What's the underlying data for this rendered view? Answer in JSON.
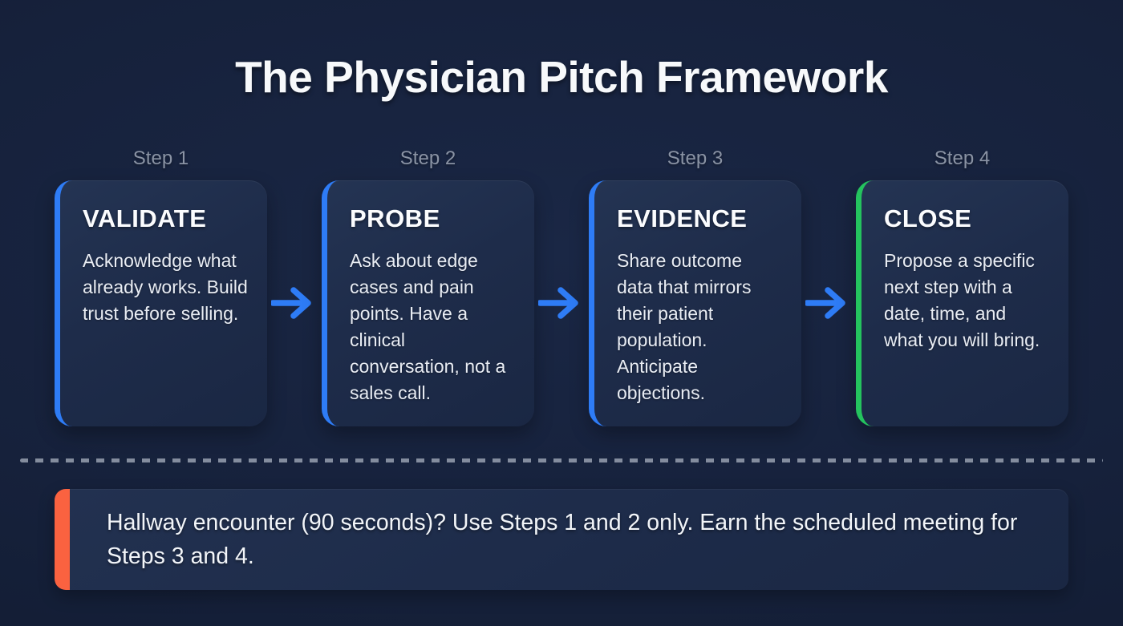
{
  "title": "The Physician Pitch Framework",
  "colors": {
    "background": "#16213b",
    "card_background": "#1e2c4a",
    "step_accent_blue": "#2e7cf6",
    "step_accent_green": "#24c35e",
    "callout_accent_orange": "#fa6240",
    "arrow_blue": "#2e7cf6",
    "step_label_gray": "#8a93a4",
    "heading_text": "#fbfcfe",
    "body_text": "#e9edf4"
  },
  "steps": [
    {
      "step_label": "Step 1",
      "name": "VALIDATE",
      "description": "Acknowledge what already works. Build trust before selling.",
      "accent": "#2e7cf6"
    },
    {
      "step_label": "Step 2",
      "name": "PROBE",
      "description": "Ask about edge cases and pain points. Have a clinical conversation, not a sales call.",
      "accent": "#2e7cf6"
    },
    {
      "step_label": "Step 3",
      "name": "EVIDENCE",
      "description": "Share outcome data that mirrors their patient population. Anticipate objections.",
      "accent": "#2e7cf6"
    },
    {
      "step_label": "Step 4",
      "name": "CLOSE",
      "description": "Propose a specific next step with a date, time, and what you will bring.",
      "accent": "#24c35e"
    }
  ],
  "callout": {
    "text": "Hallway encounter (90 seconds)? Use Steps 1 and 2 only. Earn the scheduled meeting for Steps 3 and 4.",
    "accent": "#fa6240"
  }
}
